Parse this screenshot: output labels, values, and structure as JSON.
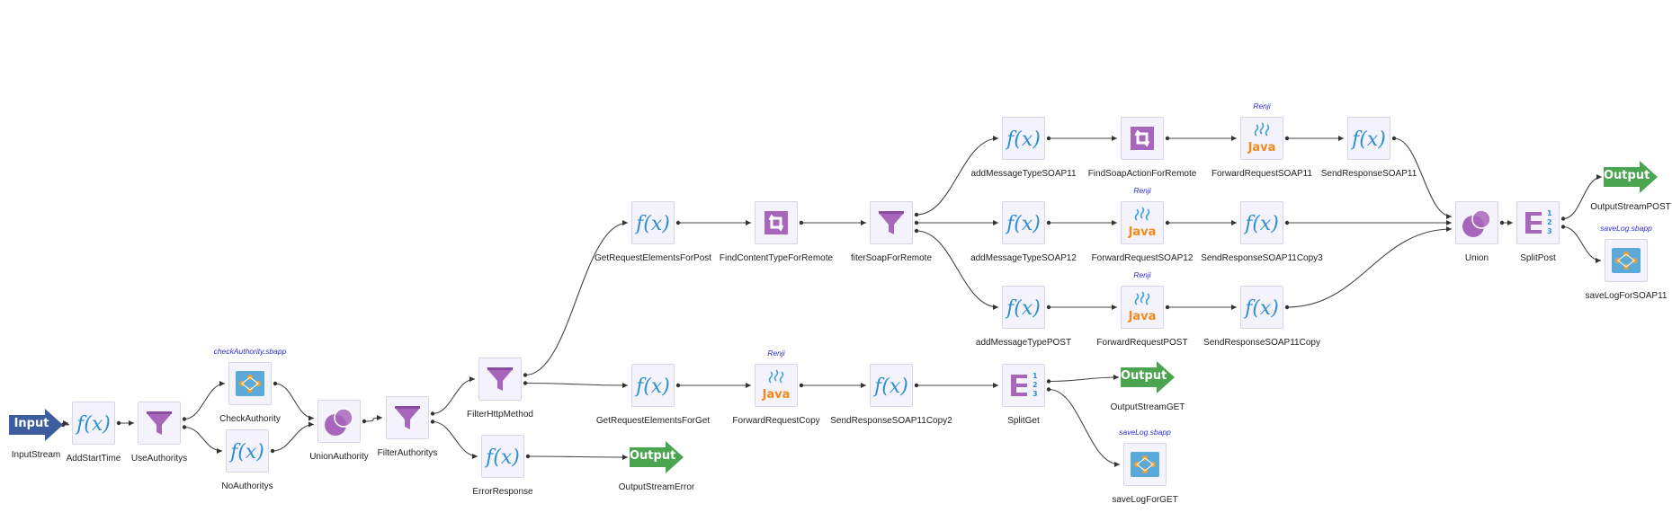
{
  "colors": {
    "purple": "#a766bb",
    "purple_dark": "#8a4ca0",
    "java_orange": "#f28b1d",
    "java_blue": "#3fa3d8",
    "output_green": "#4ba44f",
    "input_blue": "#3c5e9e",
    "sbapp_blue": "#5aa9d8",
    "sbapp_orange": "#f0a030",
    "edge": "#444444",
    "annotation": "#2b2bd8"
  },
  "nodes": [
    {
      "id": "InputStream",
      "label": "InputStream",
      "kind": "input",
      "text": "Input"
    },
    {
      "id": "AddStartTime",
      "label": "AddStartTime",
      "kind": "function"
    },
    {
      "id": "UseAuthoritys",
      "label": "UseAuthoritys",
      "kind": "filter"
    },
    {
      "id": "CheckAuthority",
      "label": "CheckAuthority",
      "kind": "sbapp",
      "annotation": "checkAuthority.sbapp"
    },
    {
      "id": "NoAuthoritys",
      "label": "NoAuthoritys",
      "kind": "function"
    },
    {
      "id": "UnionAuthority",
      "label": "UnionAuthority",
      "kind": "union"
    },
    {
      "id": "FilterAuthoritys",
      "label": "FilterAuthoritys",
      "kind": "filter"
    },
    {
      "id": "FilterHttpMethod",
      "label": "FilterHttpMethod",
      "kind": "filter"
    },
    {
      "id": "ErrorResponse",
      "label": "ErrorResponse",
      "kind": "function"
    },
    {
      "id": "OutputStreamError",
      "label": "OutputStreamError",
      "kind": "output",
      "text": "Output"
    },
    {
      "id": "GetRequestElementsForPost",
      "label": "GetRequestElementsForPost",
      "kind": "function"
    },
    {
      "id": "FindContentTypeForRemote",
      "label": "FindContentTypeForRemote",
      "kind": "loop"
    },
    {
      "id": "fiterSoapForRemote",
      "label": "fiterSoapForRemote",
      "kind": "filter"
    },
    {
      "id": "addMessageTypeSOAP11",
      "label": "addMessageTypeSOAP11",
      "kind": "function"
    },
    {
      "id": "FindSoapActionForRemote",
      "label": "FindSoapActionForRemote",
      "kind": "loop"
    },
    {
      "id": "ForwardRequestSOAP11",
      "label": "ForwardRequestSOAP11",
      "kind": "java",
      "annotation": "Renji"
    },
    {
      "id": "SendResponseSOAP11",
      "label": "SendResponseSOAP11",
      "kind": "function"
    },
    {
      "id": "addMessageTypeSOAP12",
      "label": "addMessageTypeSOAP12",
      "kind": "function"
    },
    {
      "id": "ForwardRequestSOAP12",
      "label": "ForwardRequestSOAP12",
      "kind": "java",
      "annotation": "Renji"
    },
    {
      "id": "SendResponseSOAP11Copy3",
      "label": "SendResponseSOAP11Copy3",
      "kind": "function"
    },
    {
      "id": "addMessageTypePOST",
      "label": "addMessageTypePOST",
      "kind": "function"
    },
    {
      "id": "ForwardRequestPOST",
      "label": "ForwardRequestPOST",
      "kind": "java",
      "annotation": "Renji"
    },
    {
      "id": "SendResponseSOAP11Copy",
      "label": "SendResponseSOAP11Copy",
      "kind": "function"
    },
    {
      "id": "Union",
      "label": "Union",
      "kind": "union"
    },
    {
      "id": "SplitPost",
      "label": "SplitPost",
      "kind": "split"
    },
    {
      "id": "OutputStreamPOST",
      "label": "OutputStreamPOST",
      "kind": "output",
      "text": "Output"
    },
    {
      "id": "saveLogForSOAP11",
      "label": "saveLogForSOAP11",
      "kind": "sbapp",
      "annotation": "saveLog.sbapp"
    },
    {
      "id": "GetRequestElementsForGet",
      "label": "GetRequestElementsForGet",
      "kind": "function"
    },
    {
      "id": "ForwardRequestCopy",
      "label": "ForwardRequestCopy",
      "kind": "java",
      "annotation": "Renji"
    },
    {
      "id": "SendResponseSOAP11Copy2",
      "label": "SendResponseSOAP11Copy2",
      "kind": "function"
    },
    {
      "id": "SplitGet",
      "label": "SplitGet",
      "kind": "split"
    },
    {
      "id": "OutputStreamGET",
      "label": "OutputStreamGET",
      "kind": "output",
      "text": "Output"
    },
    {
      "id": "saveLogForGET",
      "label": "saveLogForGET",
      "kind": "sbapp",
      "annotation": "saveLog.sbapp"
    }
  ],
  "edges": [
    [
      "InputStream",
      "AddStartTime"
    ],
    [
      "AddStartTime",
      "UseAuthoritys"
    ],
    [
      "UseAuthoritys",
      "CheckAuthority"
    ],
    [
      "UseAuthoritys",
      "NoAuthoritys"
    ],
    [
      "CheckAuthority",
      "UnionAuthority"
    ],
    [
      "NoAuthoritys",
      "UnionAuthority"
    ],
    [
      "UnionAuthority",
      "FilterAuthoritys"
    ],
    [
      "FilterAuthoritys",
      "FilterHttpMethod"
    ],
    [
      "FilterAuthoritys",
      "ErrorResponse"
    ],
    [
      "ErrorResponse",
      "OutputStreamError"
    ],
    [
      "FilterHttpMethod",
      "GetRequestElementsForPost"
    ],
    [
      "FilterHttpMethod",
      "GetRequestElementsForGet"
    ],
    [
      "GetRequestElementsForPost",
      "FindContentTypeForRemote"
    ],
    [
      "FindContentTypeForRemote",
      "fiterSoapForRemote"
    ],
    [
      "fiterSoapForRemote",
      "addMessageTypeSOAP11"
    ],
    [
      "fiterSoapForRemote",
      "addMessageTypeSOAP12"
    ],
    [
      "fiterSoapForRemote",
      "addMessageTypePOST"
    ],
    [
      "addMessageTypeSOAP11",
      "FindSoapActionForRemote"
    ],
    [
      "FindSoapActionForRemote",
      "ForwardRequestSOAP11"
    ],
    [
      "ForwardRequestSOAP11",
      "SendResponseSOAP11"
    ],
    [
      "SendResponseSOAP11",
      "Union"
    ],
    [
      "addMessageTypeSOAP12",
      "ForwardRequestSOAP12"
    ],
    [
      "ForwardRequestSOAP12",
      "SendResponseSOAP11Copy3"
    ],
    [
      "SendResponseSOAP11Copy3",
      "Union"
    ],
    [
      "addMessageTypePOST",
      "ForwardRequestPOST"
    ],
    [
      "ForwardRequestPOST",
      "SendResponseSOAP11Copy"
    ],
    [
      "SendResponseSOAP11Copy",
      "Union"
    ],
    [
      "Union",
      "SplitPost"
    ],
    [
      "SplitPost",
      "OutputStreamPOST"
    ],
    [
      "SplitPost",
      "saveLogForSOAP11"
    ],
    [
      "GetRequestElementsForGet",
      "ForwardRequestCopy"
    ],
    [
      "ForwardRequestCopy",
      "SendResponseSOAP11Copy2"
    ],
    [
      "SendResponseSOAP11Copy2",
      "SplitGet"
    ],
    [
      "SplitGet",
      "OutputStreamGET"
    ],
    [
      "SplitGet",
      "saveLogForGET"
    ]
  ]
}
